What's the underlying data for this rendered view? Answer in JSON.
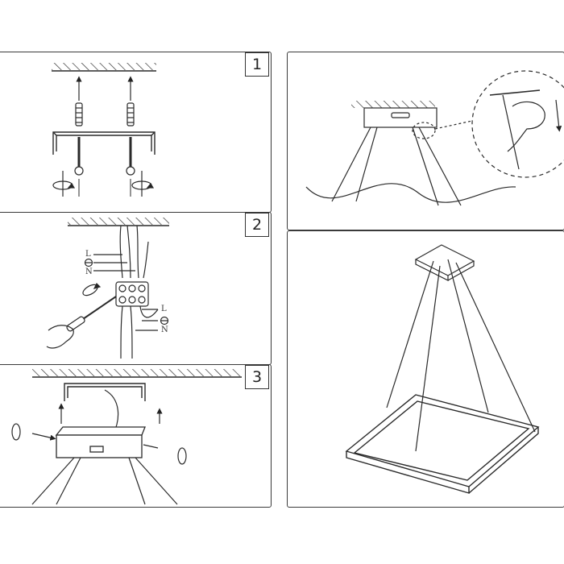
{
  "steps": [
    {
      "number": "1"
    },
    {
      "number": "2",
      "wire_labels_top": [
        "L",
        "N"
      ],
      "wire_labels_bottom": [
        "L",
        "N"
      ]
    },
    {
      "number": "3"
    }
  ],
  "icons": [
    "screw-anchor-icon",
    "rotate-arrow-icon",
    "screwdriver-icon",
    "ground-symbol-icon",
    "hand-icon"
  ]
}
